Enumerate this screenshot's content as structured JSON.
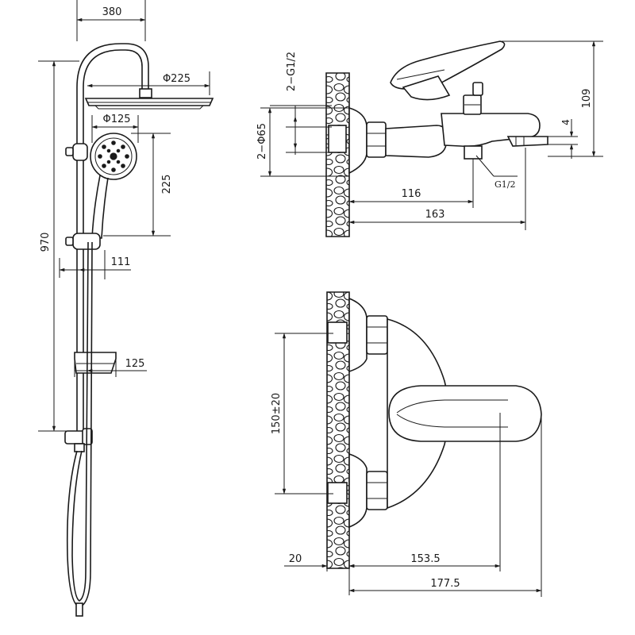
{
  "shower_column": {
    "dims": {
      "top_width": "380",
      "head_diameter": "Φ225",
      "hand_diameter": "Φ125",
      "hand_drop": "225",
      "total_height": "970",
      "bracket_offset": "111",
      "shelf_offset": "125"
    }
  },
  "mixer_side": {
    "dims": {
      "inlet_thread": "2−G1/2",
      "inlet_diameter": "2−Φ65",
      "spout_reach": "116",
      "overall_depth": "163",
      "height": "109",
      "spout_drop": "4",
      "outlet_thread": "G1/2"
    }
  },
  "mixer_front": {
    "dims": {
      "centers": "150±20",
      "wall_offset": "20",
      "lever_reach": "153.5",
      "overall_reach": "177.5"
    }
  }
}
